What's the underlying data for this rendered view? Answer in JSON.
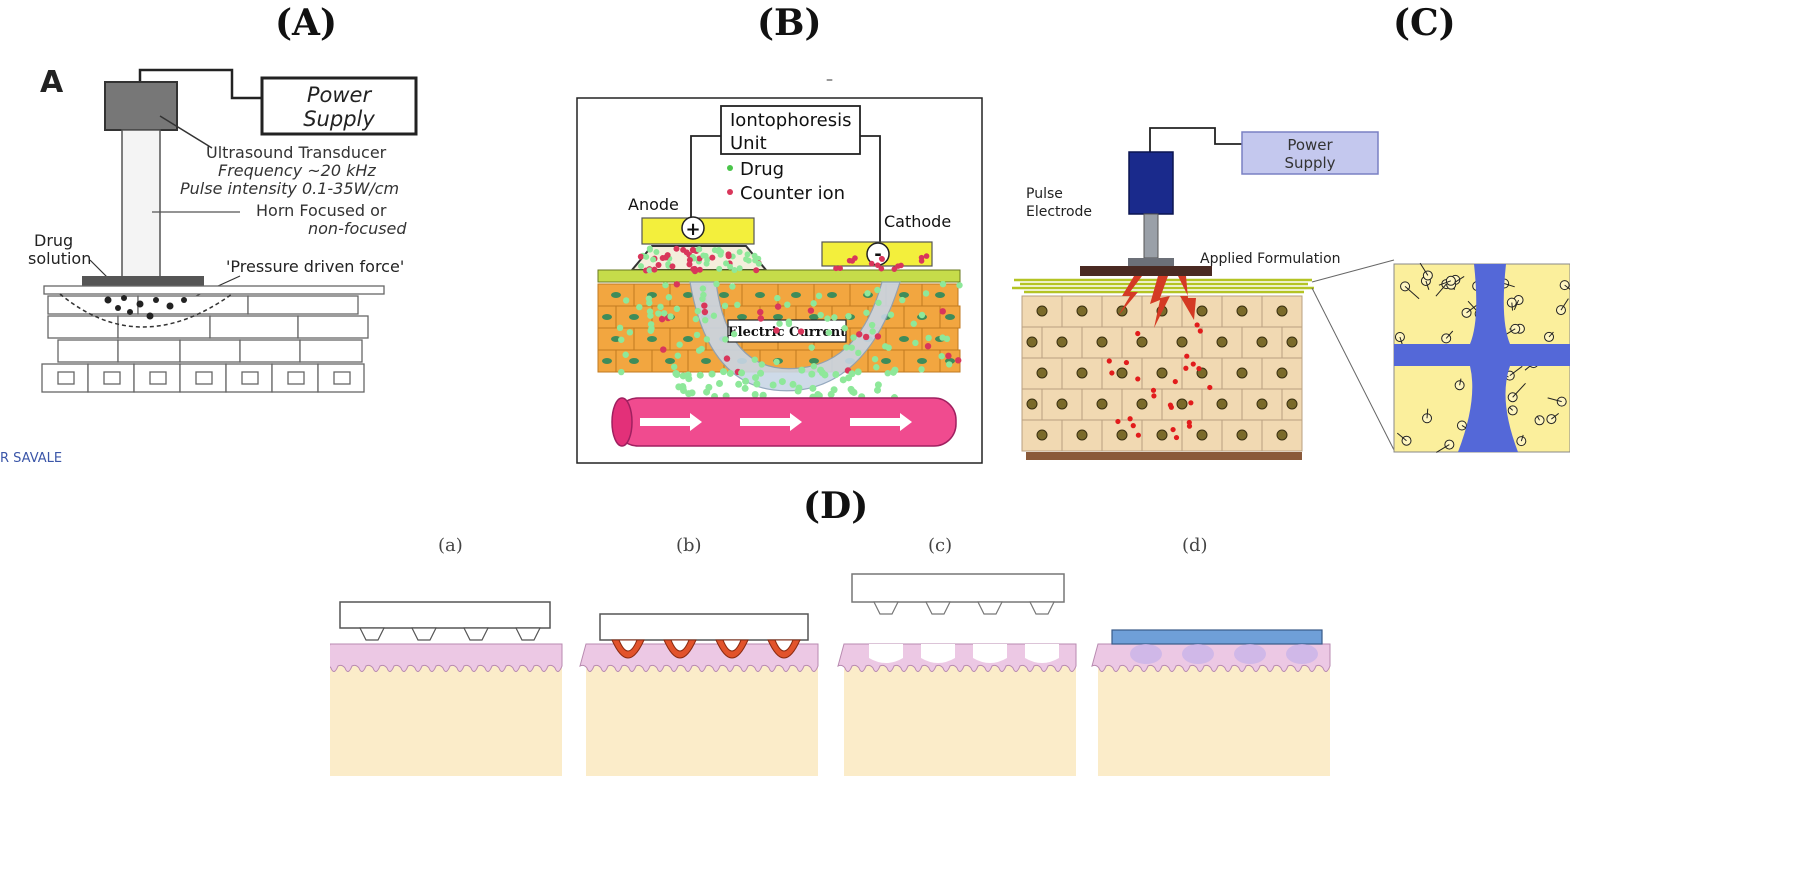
{
  "panels": {
    "a": {
      "letter": "(A)",
      "corner_letter": "A",
      "power_supply": [
        "Power",
        "Supply"
      ],
      "transducer": [
        "Ultrasound Transducer",
        "Frequency ~20 kHz",
        "Pulse intensity 0.1-35W/cm"
      ],
      "horn": [
        "Horn Focused or",
        "non-focused"
      ],
      "drug_solution": [
        "Drug",
        "solution"
      ],
      "pressure": "'Pressure driven force'",
      "credit": "R SAVALE"
    },
    "b": {
      "letter": "(B)",
      "dash": "–",
      "unit": [
        "Iontophoresis",
        "Unit"
      ],
      "legend_drug": "Drug",
      "legend_counter": "Counter ion",
      "anode": "Anode",
      "cathode": "Cathode",
      "plus": "+",
      "minus": "-",
      "current": "Electric Current"
    },
    "c": {
      "letter": "(C)",
      "power_supply": [
        "Power",
        "Supply"
      ],
      "electrode": [
        "Pulse",
        "Electrode"
      ],
      "formulation": "Applied Formulation"
    },
    "d": {
      "letter": "(D)",
      "sub_labels": [
        "(a)",
        "(b)",
        "(c)",
        "(d)"
      ]
    }
  },
  "colors": {
    "skin_pink": "#ecc8e4",
    "dermis": "#fbecc9",
    "cell_orange": "#f2a640",
    "drug_green": "#8ee89a",
    "counter_red": "#d9365b",
    "electrode_yellow": "#f3ef3c",
    "vessel_pink": "#f04b8f",
    "electrode_blue": "#1a2a8c",
    "coating_blue": "#6f9fd8",
    "microneedle_red": "#e2532b",
    "pore_blue": "#4f64d8"
  }
}
